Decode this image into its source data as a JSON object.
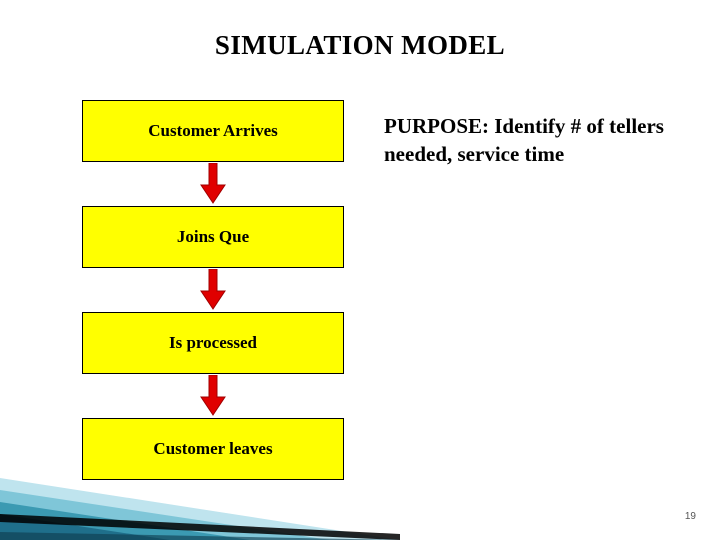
{
  "slide": {
    "title": "SIMULATION MODEL",
    "page_number": "19",
    "accent_color": "#ffff00",
    "arrow_color": "#e00000",
    "deco_colors": [
      "#1f6f8b",
      "#3b9ab2",
      "#7fc6d8",
      "#bfe4ee",
      "#000000"
    ]
  },
  "flow": {
    "steps": [
      {
        "label": "Customer Arrives"
      },
      {
        "label": "Joins Que"
      },
      {
        "label": "Is processed"
      },
      {
        "label": "Customer leaves"
      }
    ],
    "arrow_name": "down-arrow-icon"
  },
  "purpose": {
    "text": "PURPOSE: Identify # of tellers needed, service time"
  }
}
